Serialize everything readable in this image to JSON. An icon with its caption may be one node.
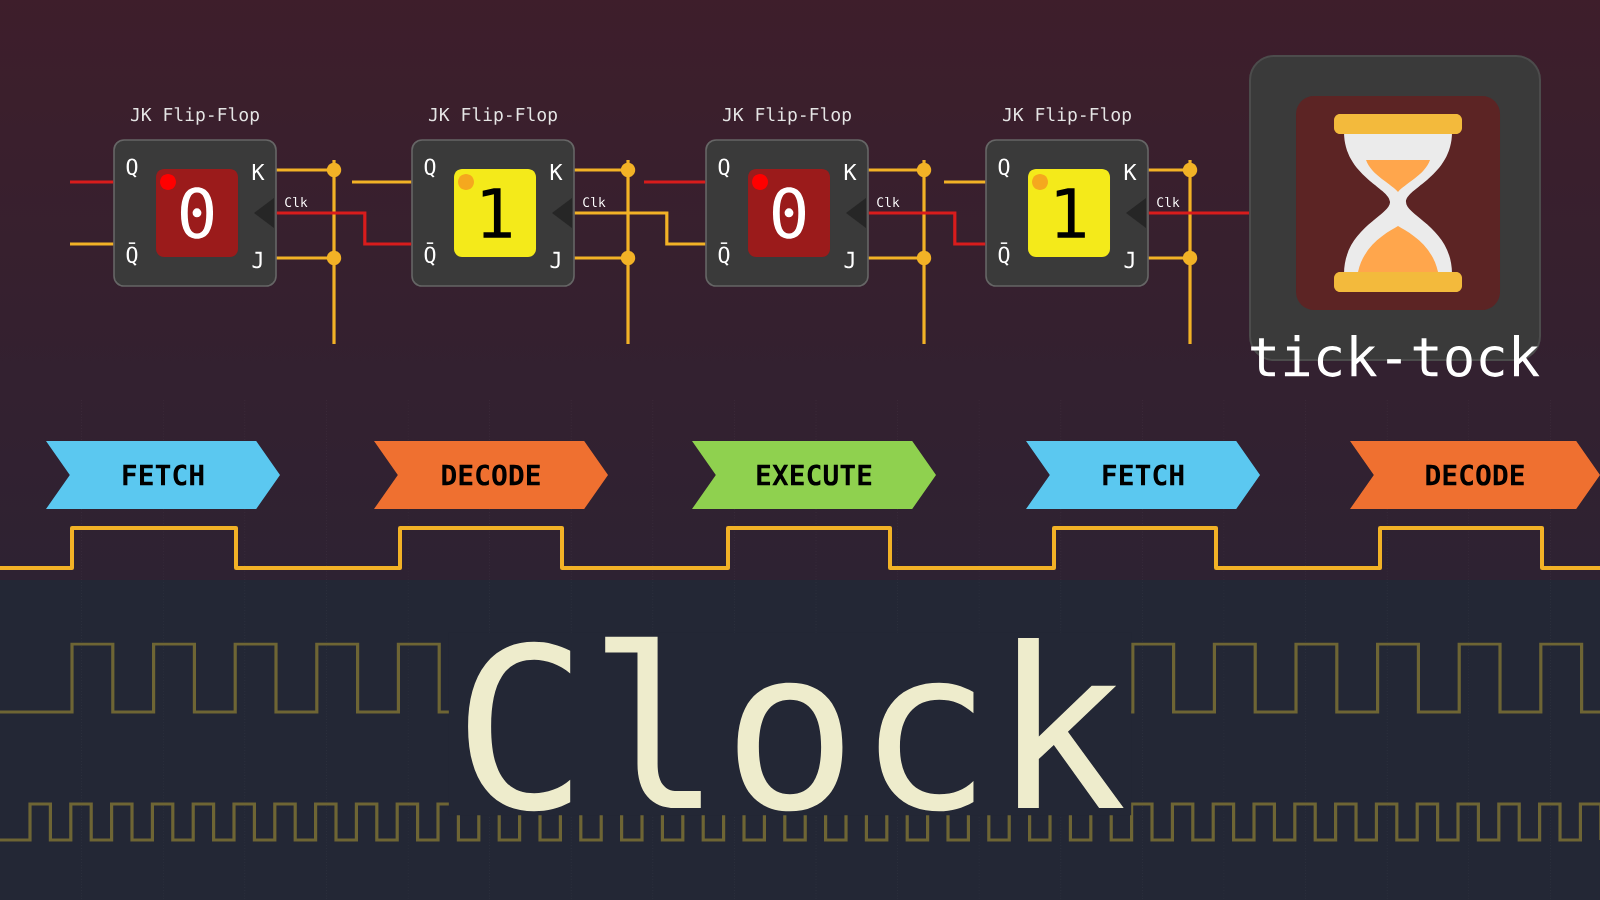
{
  "diagram": {
    "nodes": [
      {
        "text": [
          "JK Flip-Flop",
          "Q",
          "K",
          "Clk",
          "Q̄",
          "J",
          "0"
        ]
      },
      {
        "text": [
          "JK Flip-Flop",
          "Q",
          "K",
          "Clk",
          "Q̄",
          "J",
          "1"
        ]
      },
      {
        "text": [
          "JK Flip-Flop",
          "Q",
          "K",
          "Clk",
          "Q̄",
          "J",
          "0"
        ]
      },
      {
        "text": [
          "JK Flip-Flop",
          "Q",
          "K",
          "Clk",
          "Q̄",
          "J",
          "1"
        ]
      },
      {
        "text": [
          "tick-tock"
        ]
      },
      {
        "text": [
          "FETCH"
        ]
      },
      {
        "text": [
          "DECODE"
        ]
      },
      {
        "text": [
          "EXECUTE"
        ]
      },
      {
        "text": [
          "FETCH"
        ]
      },
      {
        "text": [
          "DECODE"
        ]
      }
    ],
    "edges": [
      {
        "from": null,
        "to": 0,
        "arrow": "none"
      },
      {
        "from": null,
        "to": 0,
        "arrow": "none",
        "color": "#f2b226"
      },
      {
        "from": 0,
        "to": 1,
        "arrow": "none"
      },
      {
        "from": null,
        "to": 1,
        "arrow": "none",
        "color": "#f2b226"
      },
      {
        "from": 1,
        "to": 2,
        "arrow": "none",
        "color": "#f2b226"
      },
      {
        "from": null,
        "to": 2,
        "arrow": "none"
      },
      {
        "from": 2,
        "to": 3,
        "arrow": "none"
      },
      {
        "from": null,
        "to": 3,
        "arrow": "none",
        "color": "#f2b226"
      },
      {
        "from": 3,
        "to": 4,
        "arrow": "none"
      }
    ],
    "labels": [
      "Clock"
    ]
  }
}
